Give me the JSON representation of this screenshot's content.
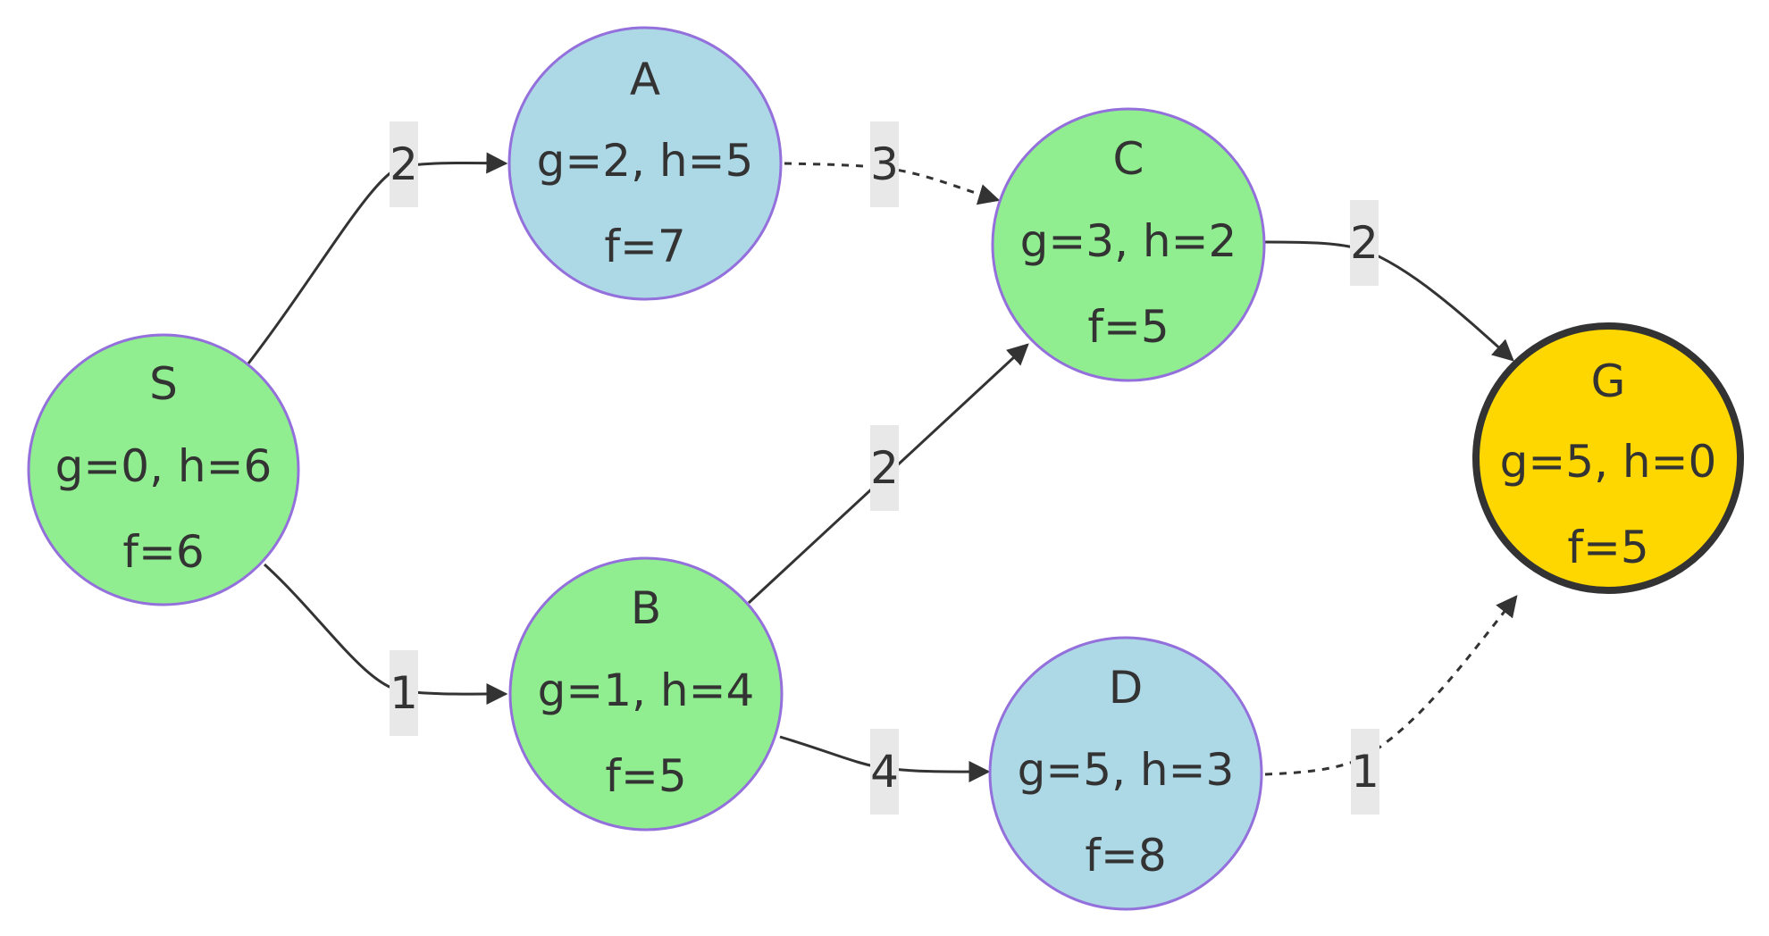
{
  "graph": {
    "colors": {
      "frontier": "#add8e6",
      "expanded": "#90ee90",
      "goal": "#ffd700",
      "node_border": "#9370db",
      "goal_border": "#333333",
      "edge": "#333333",
      "label_bg": "#e8e8e8",
      "text": "#333333"
    },
    "nodes": [
      {
        "id": "S",
        "name": "S",
        "g_h": "g=0, h=6",
        "f": "f=6",
        "state": "expanded"
      },
      {
        "id": "A",
        "name": "A",
        "g_h": "g=2, h=5",
        "f": "f=7",
        "state": "frontier"
      },
      {
        "id": "B",
        "name": "B",
        "g_h": "g=1, h=4",
        "f": "f=5",
        "state": "expanded"
      },
      {
        "id": "C",
        "name": "C",
        "g_h": "g=3, h=2",
        "f": "f=5",
        "state": "expanded"
      },
      {
        "id": "D",
        "name": "D",
        "g_h": "g=5, h=3",
        "f": "f=8",
        "state": "frontier"
      },
      {
        "id": "G",
        "name": "G",
        "g_h": "g=5, h=0",
        "f": "f=5",
        "state": "goal"
      }
    ],
    "edges": [
      {
        "from": "S",
        "to": "A",
        "cost": "2",
        "style": "solid"
      },
      {
        "from": "S",
        "to": "B",
        "cost": "1",
        "style": "solid"
      },
      {
        "from": "A",
        "to": "C",
        "cost": "3",
        "style": "dotted"
      },
      {
        "from": "B",
        "to": "C",
        "cost": "2",
        "style": "solid"
      },
      {
        "from": "B",
        "to": "D",
        "cost": "4",
        "style": "solid"
      },
      {
        "from": "C",
        "to": "G",
        "cost": "2",
        "style": "solid"
      },
      {
        "from": "D",
        "to": "G",
        "cost": "1",
        "style": "dotted"
      }
    ]
  }
}
